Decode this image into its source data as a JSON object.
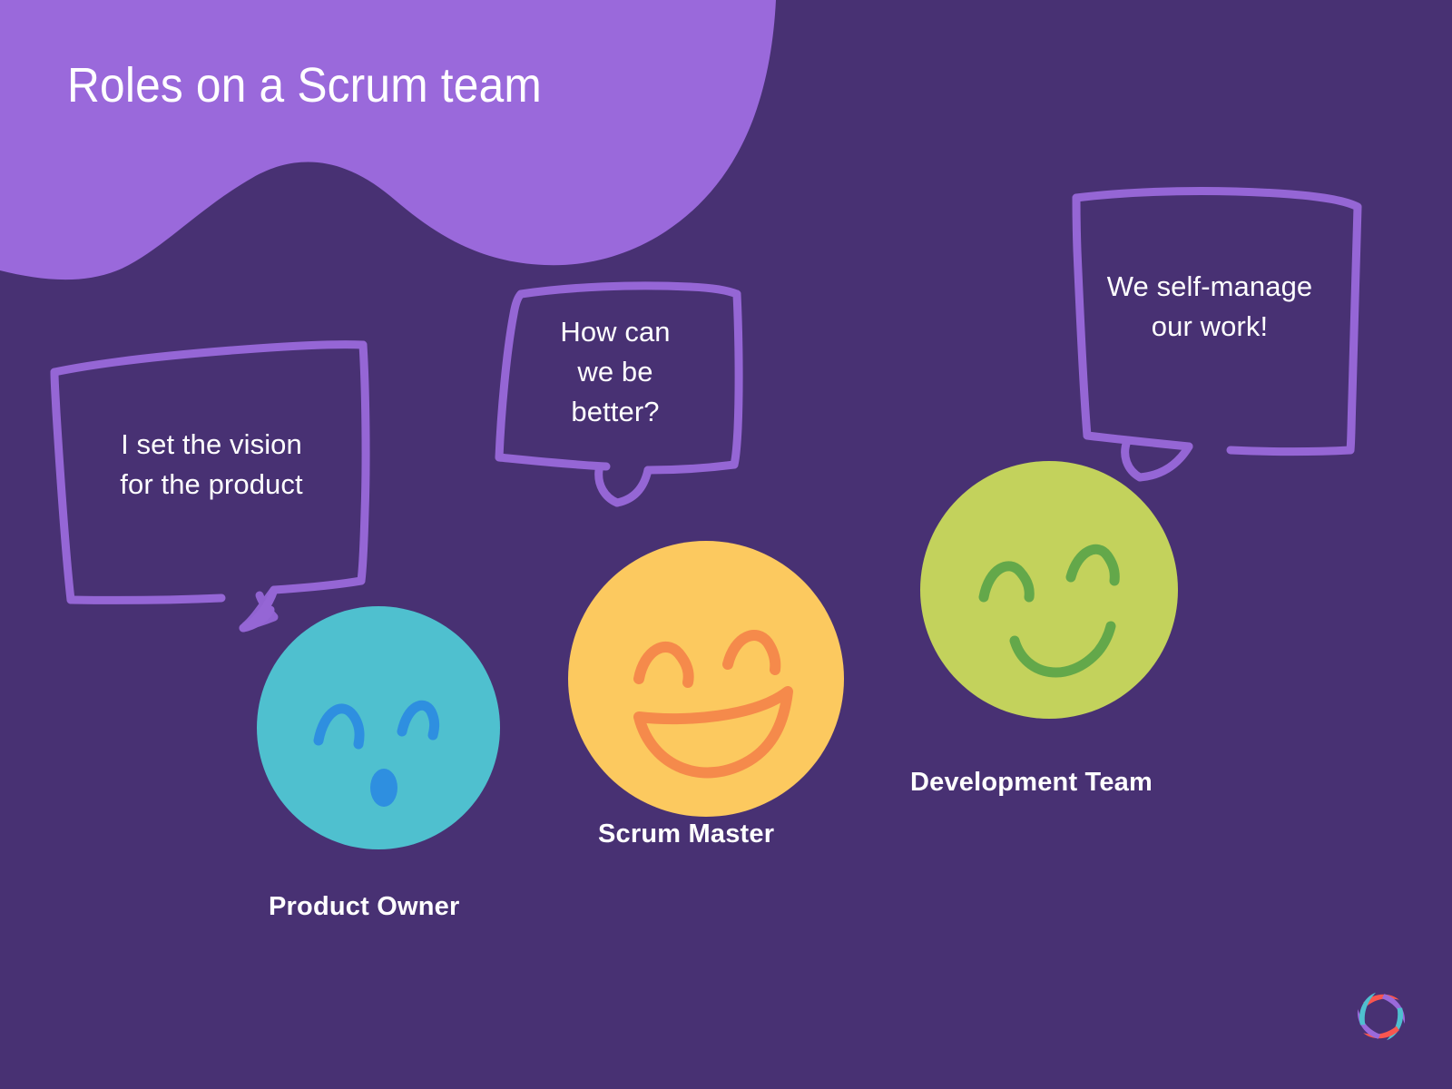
{
  "slide": {
    "title": "Roles on a Scrum team",
    "background_color": "#483173",
    "accent_blob_color": "#9A69DB",
    "text_color": "#FFFFFF"
  },
  "bubbles": [
    {
      "id": "product-owner-bubble",
      "text": "I set the vision\nfor the product",
      "stroke_color": "#9A69DB",
      "tail": "bottom-right"
    },
    {
      "id": "scrum-master-bubble",
      "text": "How can\nwe be\nbetter?",
      "stroke_color": "#9A69DB",
      "tail": "bottom-center"
    },
    {
      "id": "development-team-bubble",
      "text": "We self-manage\nour work!",
      "stroke_color": "#9A69DB",
      "tail": "bottom-left"
    }
  ],
  "roles": [
    {
      "id": "product-owner",
      "label": "Product Owner",
      "face_color": "#4FC0CF",
      "feature_color": "#2E8FE0",
      "expression": "surprised"
    },
    {
      "id": "scrum-master",
      "label": "Scrum Master",
      "face_color": "#FCC95F",
      "feature_color": "#F58A4B",
      "expression": "big-smile"
    },
    {
      "id": "development-team",
      "label": "Development Team",
      "face_color": "#C3D25C",
      "feature_color": "#63A84A",
      "expression": "smile"
    }
  ],
  "logo": {
    "name": "pinwheel-logo",
    "colors": [
      "#F9564F",
      "#9A69DB",
      "#4FC0CF"
    ]
  }
}
